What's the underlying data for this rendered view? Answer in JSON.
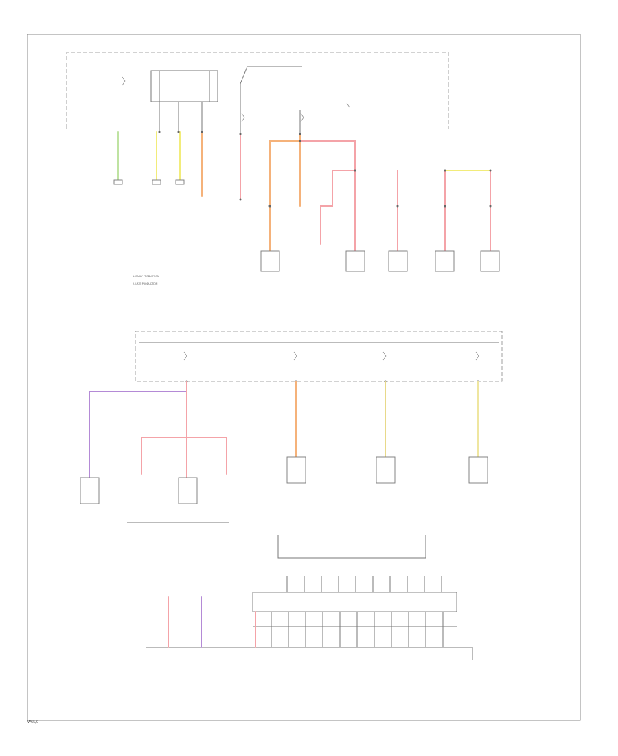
{
  "colors": {
    "red": "#f4a3a8",
    "orange": "#f5b27a",
    "yellow": "#f2ec7a",
    "green": "#bfe3a2",
    "purple": "#b48ad6",
    "black": "#777777"
  },
  "legend": {
    "line1": "1. EARLY PRODUCTION",
    "line2": "2. LATE PRODUCTION"
  },
  "footer_code": "W65/0"
}
